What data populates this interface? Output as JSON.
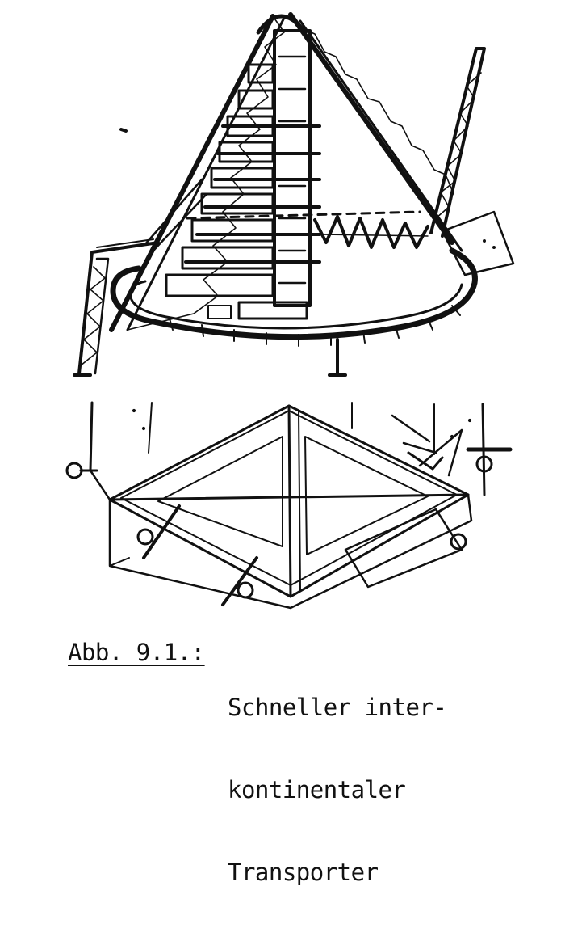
{
  "caption": {
    "label": "Abb. 9.1.:",
    "lines": [
      "Schneller inter-",
      "kontinentaler",
      "Transporter"
    ]
  },
  "colors": {
    "ink": "#111111",
    "paper": "#ffffff"
  }
}
